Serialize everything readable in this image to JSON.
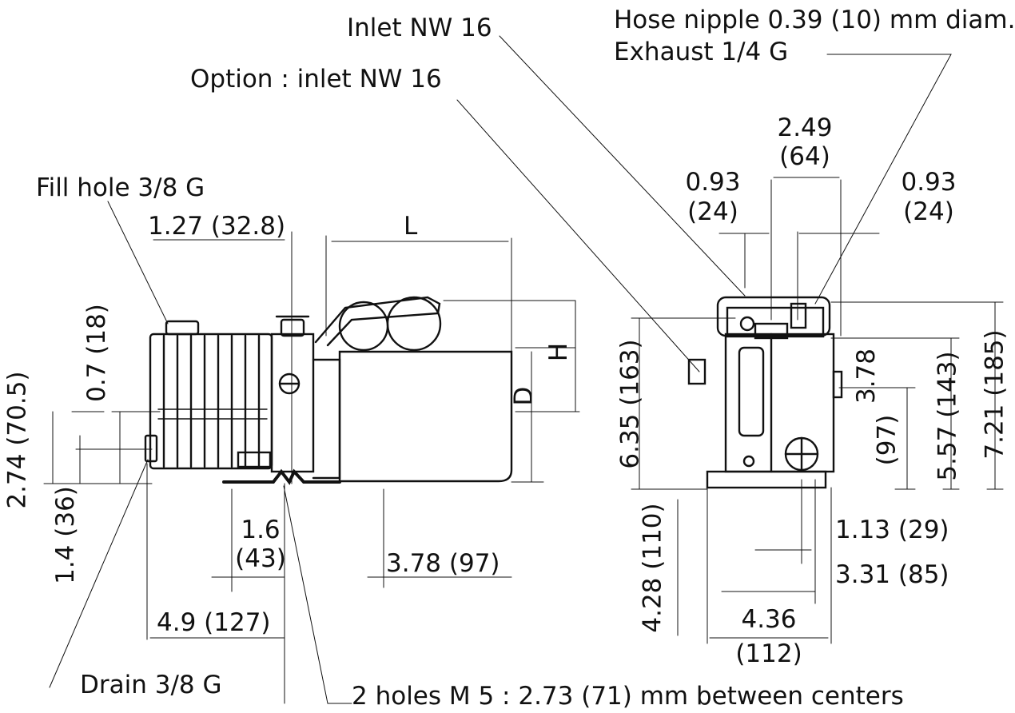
{
  "labels": {
    "inlet": "Inlet NW 16",
    "option_inlet": "Option : inlet NW 16",
    "hose_nipple": "Hose nipple 0.39 (10) mm diam.",
    "exhaust": "Exhaust 1/4 G",
    "fill_hole": "Fill hole 3/8 G",
    "drain": "Drain 3/8 G",
    "mount_holes": "2 holes M 5 : 2.73 (71) mm between centers"
  },
  "side_view": {
    "dim_1_27": "1.27 (32.8)",
    "dim_L": "L",
    "dim_H": "H",
    "dim_D": "D",
    "dim_0_7": "0.7 (18)",
    "dim_2_74": "2.74 (70.5)",
    "dim_1_4": "1.4 (36)",
    "dim_1_6_in": "1.6",
    "dim_1_6_mm": "(43)",
    "dim_3_78": "3.78 (97)",
    "dim_4_9": "4.9 (127)"
  },
  "end_view": {
    "dim_2_49_in": "2.49",
    "dim_2_49_mm": "(64)",
    "dim_0_93_left_in": "0.93",
    "dim_0_93_left_mm": "(24)",
    "dim_0_93_right_in": "0.93",
    "dim_0_93_right_mm": "(24)",
    "dim_6_35": "6.35 (163)",
    "dim_3_78_in": "3.78",
    "dim_3_78_mm": "(97)",
    "dim_5_57": "5.57 (143)",
    "dim_7_21": "7.21 (185)",
    "dim_4_28": "4.28 (110)",
    "dim_1_13": "1.13 (29)",
    "dim_3_31": "3.31 (85)",
    "dim_4_36_in": "4.36",
    "dim_4_36_mm": "(112)"
  }
}
